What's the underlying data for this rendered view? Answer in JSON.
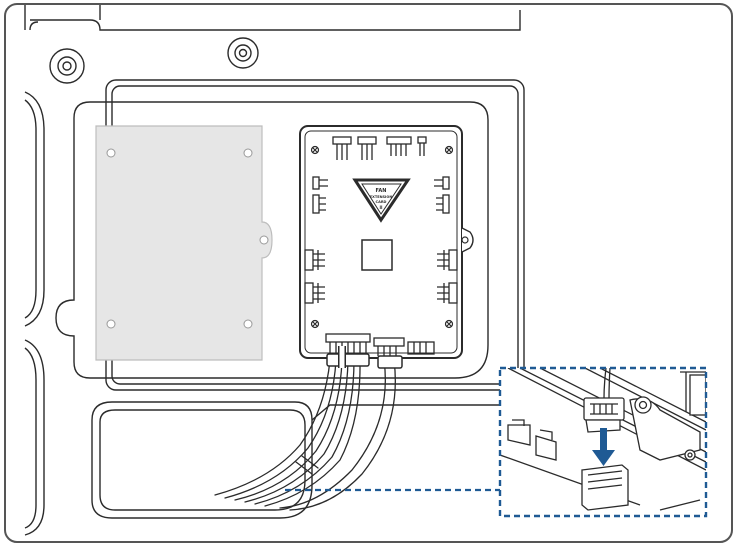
{
  "figure": {
    "board_logo_line1": "FAN",
    "board_logo_line2": "EXTENSION",
    "board_logo_line3": "CARD",
    "board_logo_line4": "II"
  },
  "colors": {
    "outline": "#2b2b2b",
    "panel_fill": "#e6e6e6",
    "board_fill": "#ffffff",
    "callout_border": "#1f5a94",
    "arrow": "#1f5a94"
  },
  "icons": [
    "screw-icon",
    "arrow-down-icon"
  ]
}
